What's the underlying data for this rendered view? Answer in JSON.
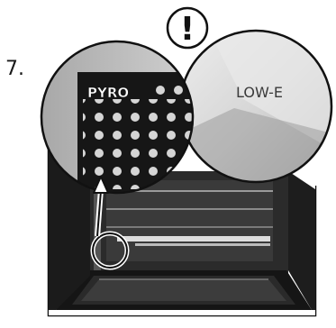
{
  "step": {
    "number": "7."
  },
  "warning": {
    "symbol": "!",
    "icon": "exclamation-warning-icon"
  },
  "zoom_left": {
    "label": "PYRO",
    "icon": "pyro-vent-panel"
  },
  "zoom_right": {
    "label": "LOW-E",
    "icon": "low-e-glass-panel"
  },
  "colors": {
    "outline": "#111111",
    "panel_black": "#161616",
    "glass_gray": "#d9d9d9"
  }
}
